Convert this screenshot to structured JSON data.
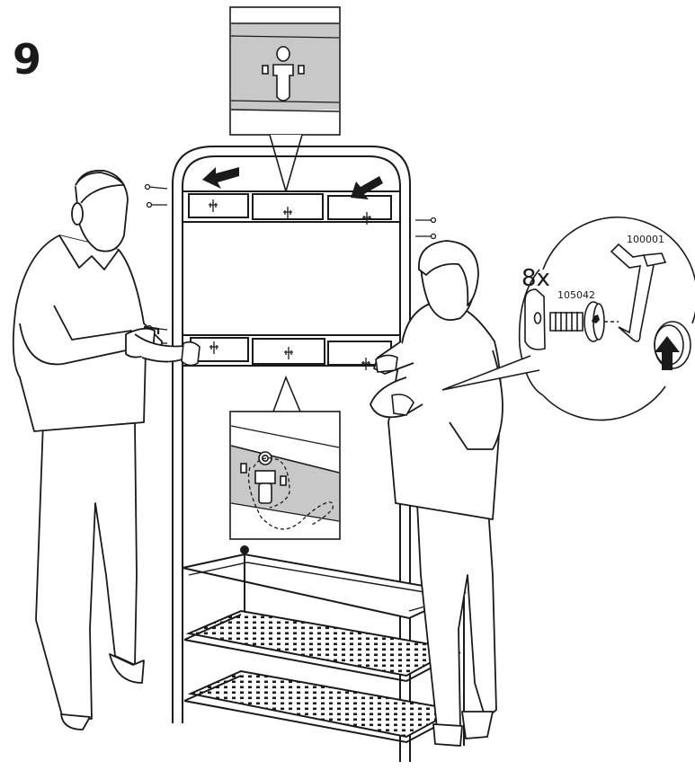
{
  "step": {
    "number": "9"
  },
  "quantity": {
    "label": "8x"
  },
  "parts": {
    "allen_key": {
      "code": "100001"
    },
    "bolt": {
      "code": "105042"
    }
  }
}
